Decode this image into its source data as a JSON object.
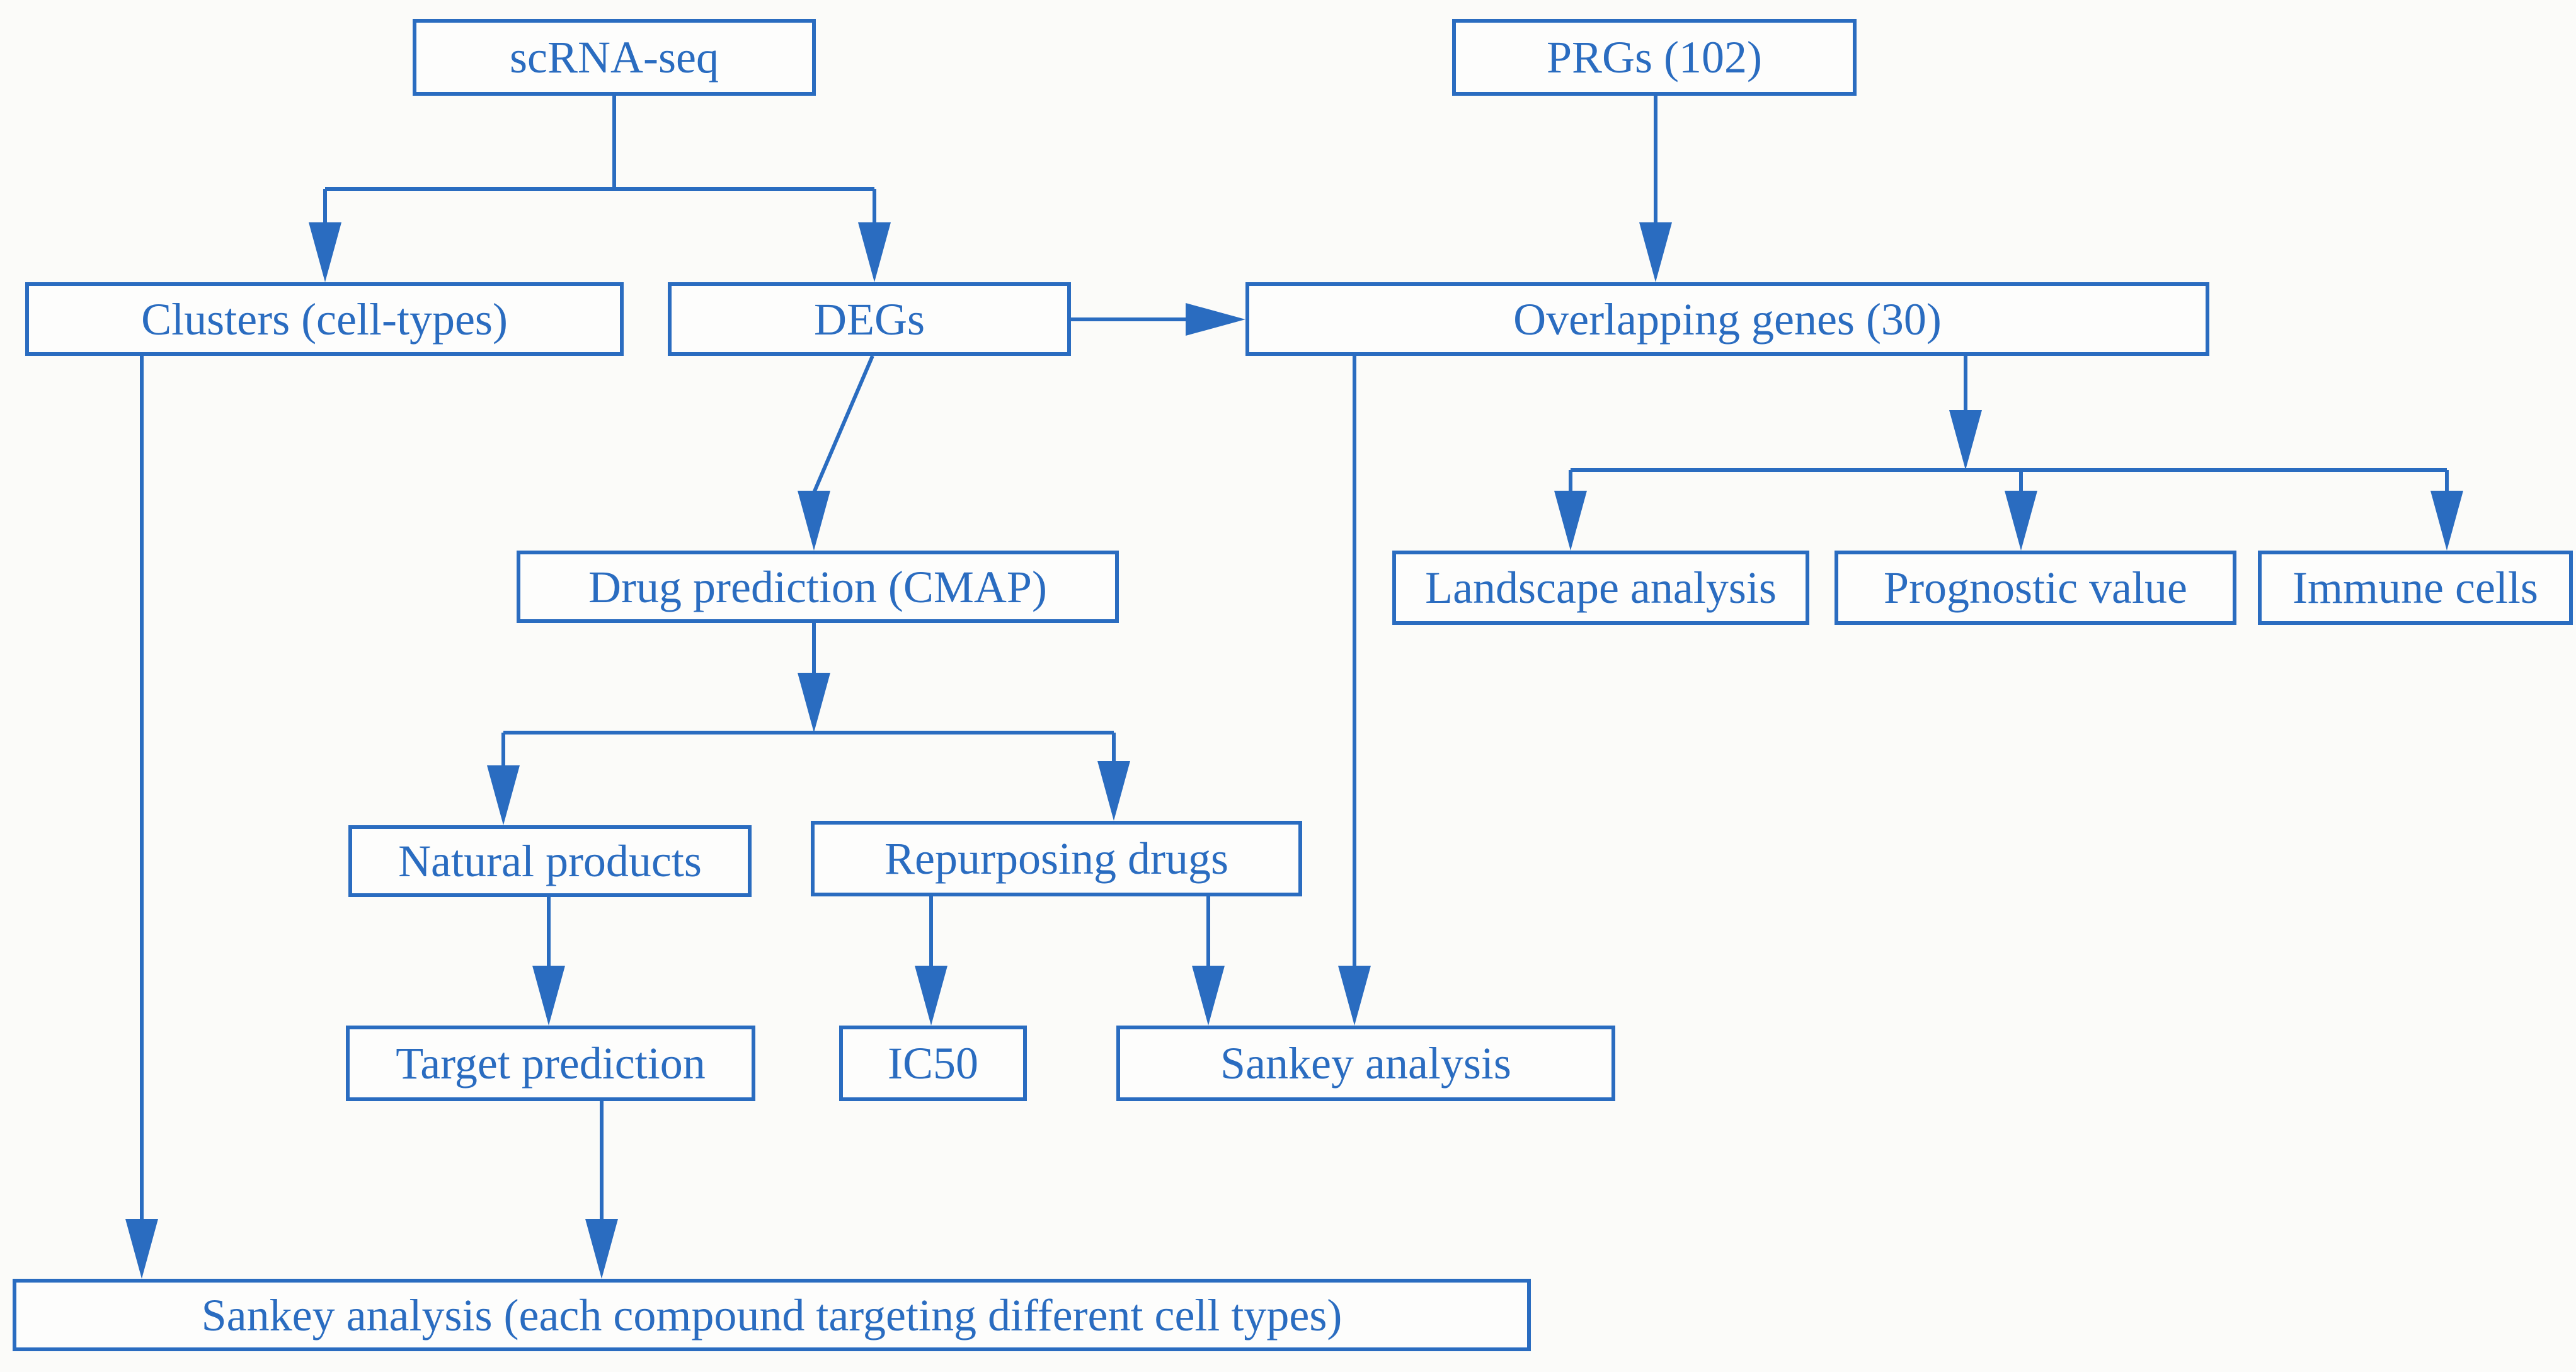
{
  "diagram": {
    "type": "flowchart",
    "accent_color": "#2a6cc0",
    "background_color": "#fbfbf9",
    "nodes": {
      "scrna_seq": {
        "label": "scRNA-seq"
      },
      "prgs": {
        "label": "PRGs (102)"
      },
      "clusters": {
        "label": "Clusters (cell-types)"
      },
      "degs": {
        "label": "DEGs"
      },
      "overlapping": {
        "label": "Overlapping genes (30)"
      },
      "drug_prediction": {
        "label": "Drug prediction (CMAP)"
      },
      "landscape": {
        "label": "Landscape analysis"
      },
      "prognostic": {
        "label": "Prognostic value"
      },
      "immune": {
        "label": "Immune cells"
      },
      "natural": {
        "label": "Natural products"
      },
      "repurposing": {
        "label": "Repurposing drugs"
      },
      "target": {
        "label": "Target prediction"
      },
      "ic50": {
        "label": "IC50"
      },
      "sankey": {
        "label": "Sankey analysis"
      },
      "sankey_bottom": {
        "label": "Sankey analysis (each compound targeting different cell types)"
      }
    },
    "edges": [
      {
        "from": "scrna_seq",
        "to": "clusters"
      },
      {
        "from": "scrna_seq",
        "to": "degs"
      },
      {
        "from": "prgs",
        "to": "overlapping"
      },
      {
        "from": "degs",
        "to": "overlapping"
      },
      {
        "from": "degs",
        "to": "drug_prediction"
      },
      {
        "from": "overlapping",
        "to": "landscape"
      },
      {
        "from": "overlapping",
        "to": "prognostic"
      },
      {
        "from": "overlapping",
        "to": "immune"
      },
      {
        "from": "overlapping",
        "to": "sankey"
      },
      {
        "from": "drug_prediction",
        "to": "natural"
      },
      {
        "from": "drug_prediction",
        "to": "repurposing"
      },
      {
        "from": "natural",
        "to": "target"
      },
      {
        "from": "repurposing",
        "to": "ic50"
      },
      {
        "from": "repurposing",
        "to": "sankey"
      },
      {
        "from": "clusters",
        "to": "sankey_bottom"
      },
      {
        "from": "target",
        "to": "sankey_bottom"
      }
    ]
  }
}
